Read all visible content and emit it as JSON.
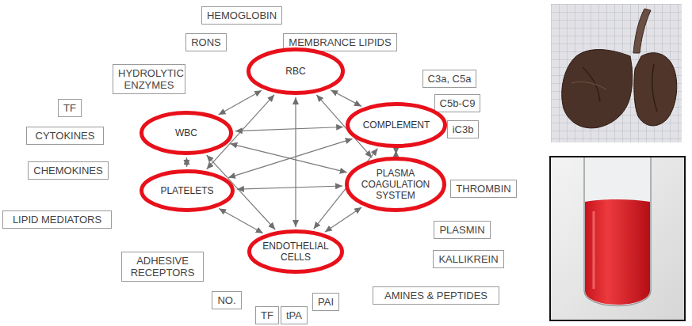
{
  "diagram": {
    "nodes": [
      {
        "text": [
          "HEMOGLOBIN"
        ]
      },
      {
        "text": [
          "RONS"
        ]
      },
      {
        "text": [
          "MEMBRANCE LIPIDS"
        ]
      },
      {
        "text": [
          "RBC"
        ]
      },
      {
        "text": [
          "HYDROLYTIC ENZYMES"
        ]
      },
      {
        "text": [
          "C3a, C5a"
        ]
      },
      {
        "text": [
          "C5b-C9"
        ]
      },
      {
        "text": [
          "TF"
        ]
      },
      {
        "text": [
          "COMPLEMENT"
        ]
      },
      {
        "text": [
          "iC3b"
        ]
      },
      {
        "text": [
          "WBC"
        ]
      },
      {
        "text": [
          "CYTOKINES"
        ]
      },
      {
        "text": [
          "CHEMOKINES"
        ]
      },
      {
        "text": [
          "PLATELETS"
        ]
      },
      {
        "text": [
          "PLASMA COAGULATION SYSTEM"
        ]
      },
      {
        "text": [
          "THROMBIN"
        ]
      },
      {
        "text": [
          "LIPID MEDIATORS"
        ]
      },
      {
        "text": [
          "PLASMIN"
        ]
      },
      {
        "text": [
          "ENDOTHELIAL CELLS"
        ]
      },
      {
        "text": [
          "ADHESIVE RECEPTORS"
        ]
      },
      {
        "text": [
          "KALLIKREIN"
        ]
      },
      {
        "text": [
          "NO."
        ]
      },
      {
        "text": [
          "PAI"
        ]
      },
      {
        "text": [
          "AMINES & PEPTIDES"
        ]
      },
      {
        "text": [
          "TF"
        ]
      },
      {
        "text": [
          "tPA"
        ]
      }
    ],
    "edges": [
      {
        "from": 3,
        "to": 8,
        "arrow": "both"
      },
      {
        "from": 3,
        "to": 14,
        "arrow": "both"
      },
      {
        "from": 3,
        "to": 18,
        "arrow": "both"
      },
      {
        "from": 3,
        "to": 13,
        "arrow": "both"
      },
      {
        "from": 3,
        "to": 10,
        "arrow": "both"
      },
      {
        "from": 8,
        "to": 14,
        "arrow": "both"
      },
      {
        "from": 8,
        "to": 18,
        "arrow": "both"
      },
      {
        "from": 8,
        "to": 13,
        "arrow": "both"
      },
      {
        "from": 8,
        "to": 10,
        "arrow": "both"
      },
      {
        "from": 14,
        "to": 18,
        "arrow": "both"
      },
      {
        "from": 14,
        "to": 13,
        "arrow": "both"
      },
      {
        "from": 14,
        "to": 10,
        "arrow": "both"
      },
      {
        "from": 18,
        "to": 13,
        "arrow": "both"
      },
      {
        "from": 18,
        "to": 10,
        "arrow": "both"
      },
      {
        "from": 13,
        "to": 10,
        "arrow": "both"
      }
    ]
  }
}
